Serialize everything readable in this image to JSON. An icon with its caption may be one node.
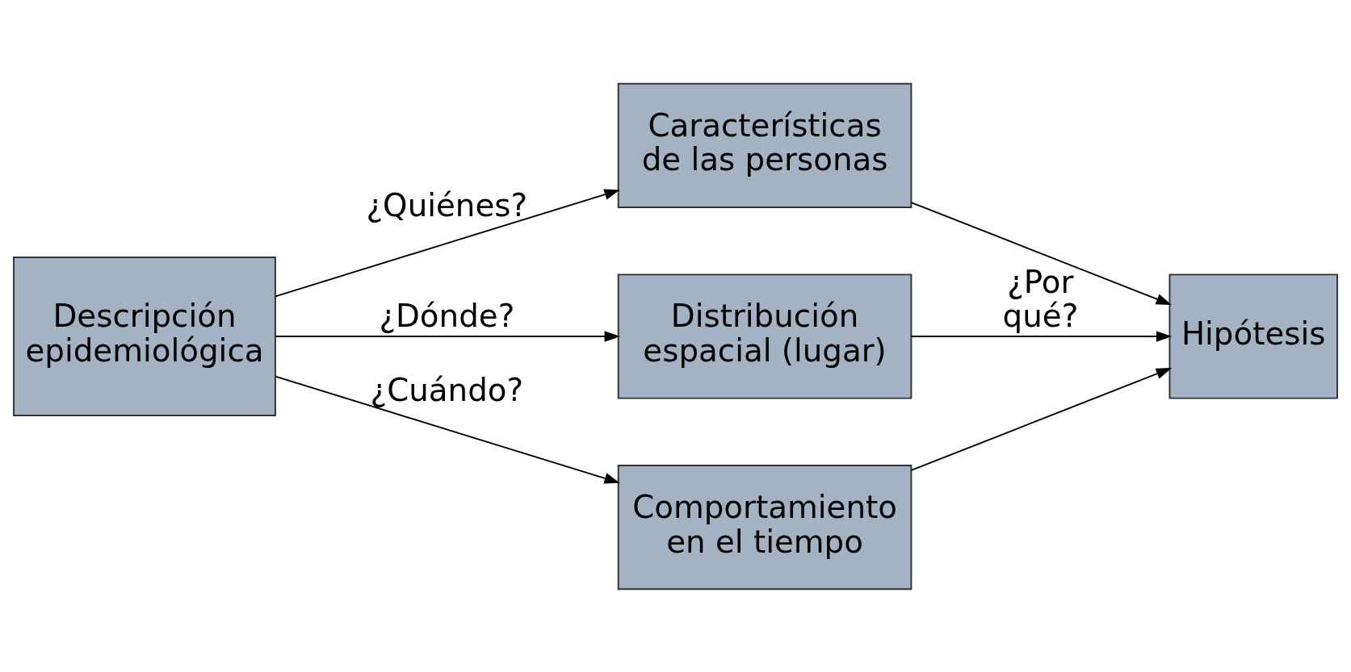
{
  "diagram": {
    "nodes": [
      {
        "text": [
          "Descripción epidemiológica"
        ]
      },
      {
        "text": [
          "Características de las personas"
        ]
      },
      {
        "text": [
          "Distribución espacial (lugar)"
        ]
      },
      {
        "text": [
          "Comportamiento en el tiempo"
        ]
      },
      {
        "text": [
          "Hipótesis"
        ]
      }
    ],
    "edges": [
      {
        "from": 0,
        "to": 1,
        "arrow": "to",
        "label": "¿Quiénes?"
      },
      {
        "from": 0,
        "to": 2,
        "arrow": "to",
        "label": "¿Dónde?"
      },
      {
        "from": 0,
        "to": 3,
        "arrow": "to",
        "label": "¿Cuándo?"
      },
      {
        "from": 1,
        "to": 4,
        "arrow": "to"
      },
      {
        "from": 2,
        "to": 4,
        "arrow": "to",
        "label": "¿Por qué?"
      },
      {
        "from": 3,
        "to": 4,
        "arrow": "to"
      }
    ]
  }
}
